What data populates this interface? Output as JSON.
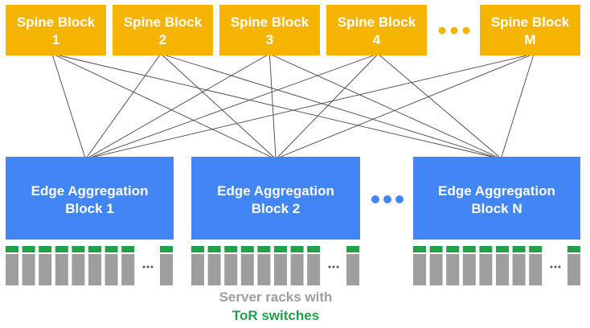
{
  "colors": {
    "spine": "#f4b400",
    "edge": "#4285f4",
    "link": "#444444",
    "rack": "#9e9e9e",
    "tor": "#21a049",
    "caption_gray": "#9e9e9e",
    "caption_green": "#21a049",
    "ellipsis_spine": "#f4b400",
    "ellipsis_edge": "#4285f4",
    "ellipsis_rack": "#555555"
  },
  "spine_blocks": [
    {
      "line1": "Spine Block",
      "line2": "1"
    },
    {
      "line1": "Spine Block",
      "line2": "2"
    },
    {
      "line1": "Spine Block",
      "line2": "3"
    },
    {
      "line1": "Spine Block",
      "line2": "4"
    },
    {
      "line1": "Spine Block",
      "line2": "M"
    }
  ],
  "edge_blocks": [
    {
      "line1": "Edge Aggregation",
      "line2": "Block 1"
    },
    {
      "line1": "Edge Aggregation",
      "line2": "Block 2"
    },
    {
      "line1": "Edge Aggregation",
      "line2": "Block N"
    }
  ],
  "caption": {
    "line1": "Server racks with",
    "line2": "ToR switches"
  }
}
